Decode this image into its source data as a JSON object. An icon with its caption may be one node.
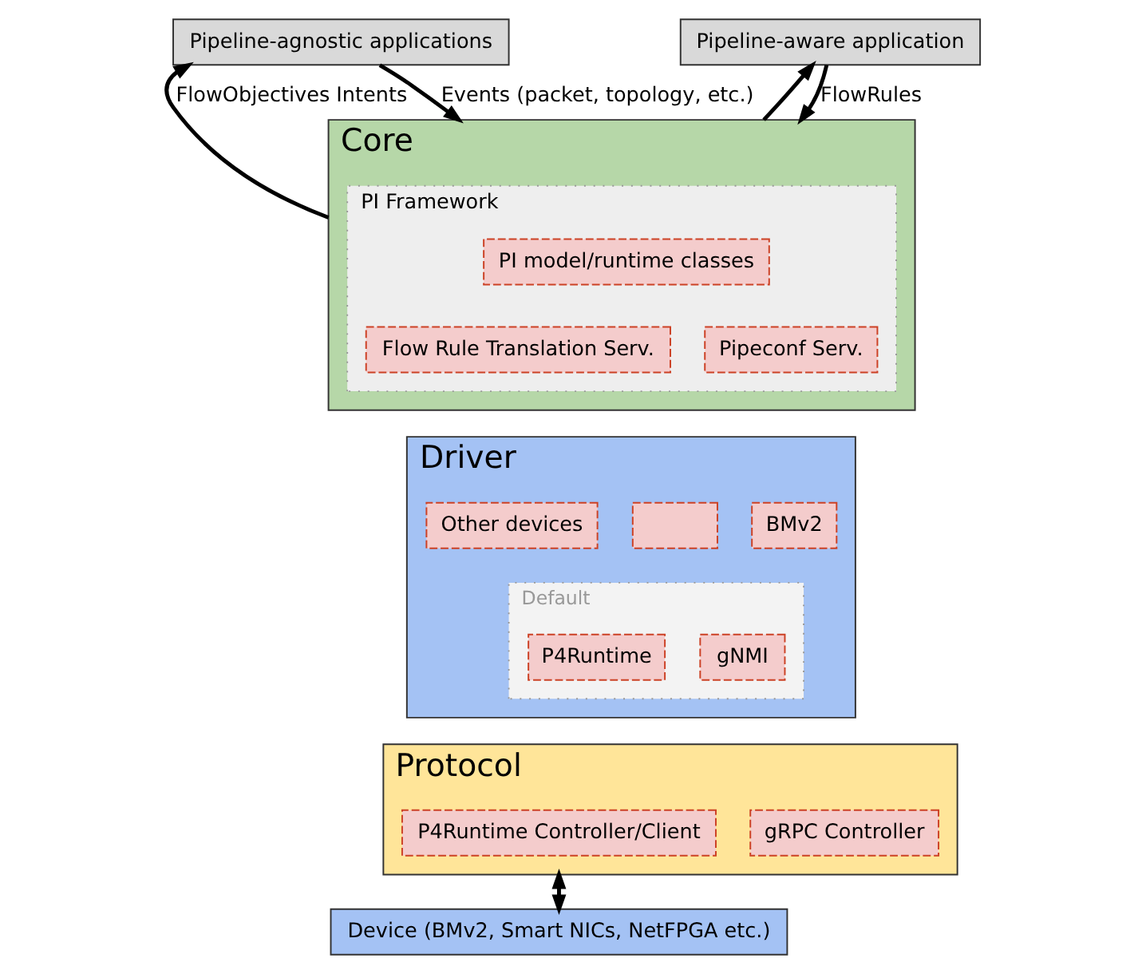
{
  "diagram": {
    "nodes": [
      {
        "text": [
          "Pipeline-agnostic applications"
        ]
      },
      {
        "text": [
          "Pipeline-aware application"
        ]
      },
      {
        "text": [
          "Core"
        ]
      },
      {
        "text": [
          "PI Framework"
        ],
        "in": 2
      },
      {
        "text": [
          "PI model/runtime classes"
        ],
        "in": 3
      },
      {
        "text": [
          "Flow Rule Translation Serv."
        ],
        "in": 3
      },
      {
        "text": [
          "Pipeconf Serv."
        ],
        "in": 3
      },
      {
        "text": [
          "Driver"
        ]
      },
      {
        "text": [
          "Other devices"
        ],
        "in": 7
      },
      {
        "text": [],
        "shape": "box",
        "in": 7
      },
      {
        "text": [
          "BMv2"
        ],
        "in": 7
      },
      {
        "text": [
          "Default"
        ],
        "in": 7
      },
      {
        "text": [
          "P4Runtime"
        ],
        "in": 11
      },
      {
        "text": [
          "gNMI"
        ],
        "in": 11
      },
      {
        "text": [
          "Protocol"
        ]
      },
      {
        "text": [
          "P4Runtime Controller/Client"
        ],
        "in": 14
      },
      {
        "text": [
          "gRPC Controller"
        ],
        "in": 14
      },
      {
        "text": [
          "Device (BMv2, Smart NICs, NetFPGA etc.)"
        ]
      }
    ],
    "edges": [
      {
        "from": 2,
        "to": 0,
        "arrow": "to",
        "label": "FlowObjectives Intents"
      },
      {
        "from": 0,
        "to": 2,
        "arrow": "to",
        "label": "Events (packet, topology, etc.)"
      },
      {
        "from": 2,
        "to": 1,
        "arrow": "to"
      },
      {
        "from": 1,
        "to": 2,
        "arrow": "to",
        "label": "FlowRules"
      },
      {
        "from": 14,
        "to": 17,
        "arrow": "both"
      }
    ]
  }
}
